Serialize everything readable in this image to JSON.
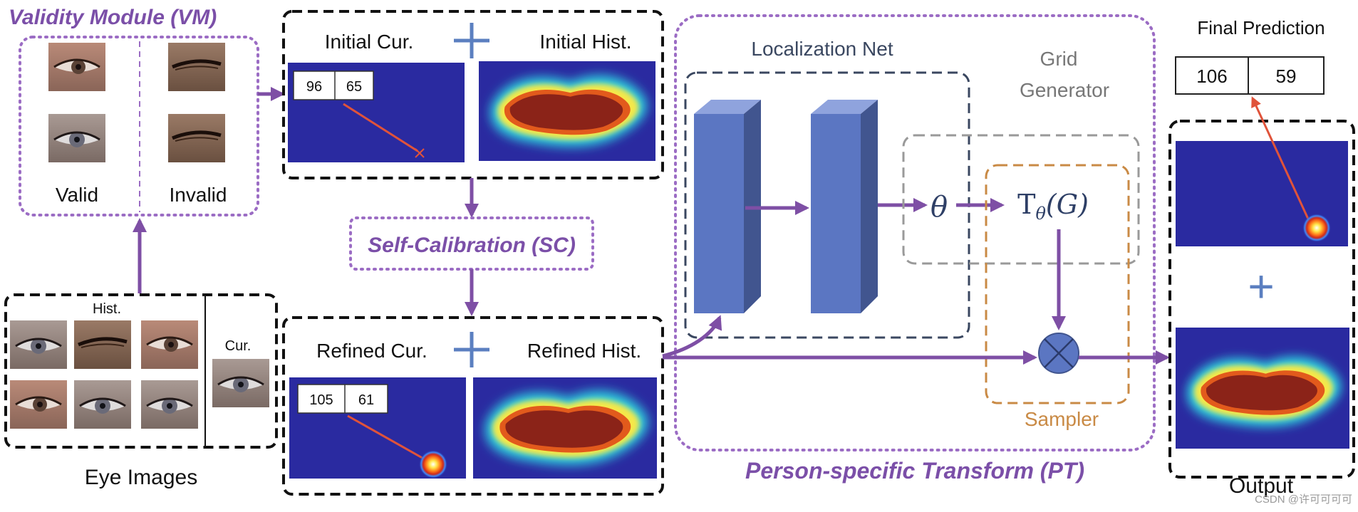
{
  "vm": {
    "title": "Validity Module (VM)",
    "valid": "Valid",
    "invalid": "Invalid"
  },
  "eye_images": {
    "label": "Eye Images",
    "hist": "Hist.",
    "cur": "Cur."
  },
  "initial": {
    "cur": "Initial Cur.",
    "hist": "Initial Hist.",
    "gaze": [
      "96",
      "65"
    ]
  },
  "sc": {
    "title": "Self-Calibration (SC)"
  },
  "refined": {
    "cur": "Refined Cur.",
    "hist": "Refined Hist.",
    "gaze": [
      "105",
      "61"
    ]
  },
  "pt": {
    "title": "Person-specific Transform (PT)",
    "localization": "Localization Net",
    "grid_line1": "Grid",
    "grid_line2": "Generator",
    "theta": "θ",
    "transform": "Tθ(G)",
    "sampler": "Sampler"
  },
  "output": {
    "final_label": "Final Prediction",
    "final": [
      "106",
      "59"
    ],
    "label": "Output",
    "plus": "+"
  },
  "watermark": "CSDN @许可可可可",
  "colors": {
    "purple": "#7b4fa8",
    "arrow_purple": "#7e4fa5",
    "block_blue": "#5b76c2",
    "heat_bg": "#2a2aa0",
    "red_arrow": "#e0533a",
    "sampler_orange": "#c98a45"
  }
}
